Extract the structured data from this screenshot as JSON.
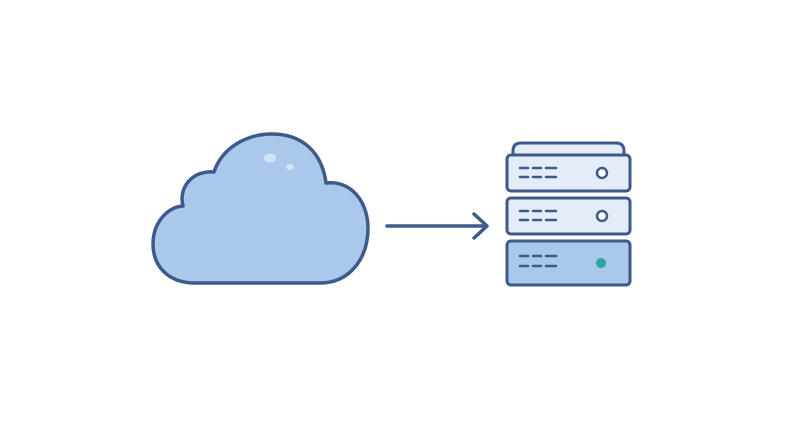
{
  "diagram": {
    "nodes": [
      {
        "id": "cloud",
        "icon": "cloud-icon"
      },
      {
        "id": "server",
        "icon": "server-rack-icon",
        "units": 3
      }
    ],
    "edges": [
      {
        "from": "cloud",
        "to": "server",
        "icon": "arrow-right-icon"
      }
    ]
  },
  "colors": {
    "outline": "#3D5A8A",
    "cloud_fill": "#A9C8EC",
    "cloud_highlight": "#D2E4F7",
    "server_fill": "#E3ECF8",
    "server_bottom_fill": "#A9C8EC",
    "status_light": "#2BA3A0",
    "background": "#FFFFFF"
  }
}
